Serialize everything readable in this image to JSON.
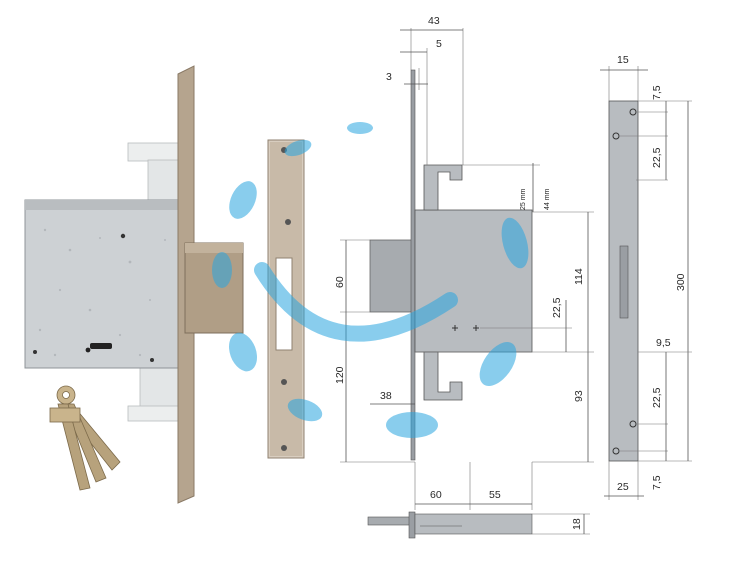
{
  "dimensions": {
    "top_43": "43",
    "top_5": "5",
    "top_3": "3",
    "backset_25mm": "25 mm",
    "backset_44mm": "44 mm",
    "bolt_60": "60",
    "height_114": "114",
    "cyl_22_5": "22,5",
    "height_120": "120",
    "bolt_38": "38",
    "height_93": "93",
    "bottom_60": "60",
    "bottom_55": "55",
    "thick_18": "18",
    "strike_15": "15",
    "strike_7_5_top": "7,5",
    "strike_22_5_top": "22,5",
    "strike_300": "300",
    "strike_9_5": "9,5",
    "strike_22_5_bottom": "22,5",
    "strike_25": "25",
    "strike_7_5_bottom": "7,5"
  },
  "colors": {
    "lock_body": "#c9cdd1",
    "faceplate": "#b5a48e",
    "drawing_fill": "#b8bcc0",
    "drawing_dark": "#9a9ea3",
    "watermark": "#2aa6e0",
    "dim_line": "#555555"
  }
}
